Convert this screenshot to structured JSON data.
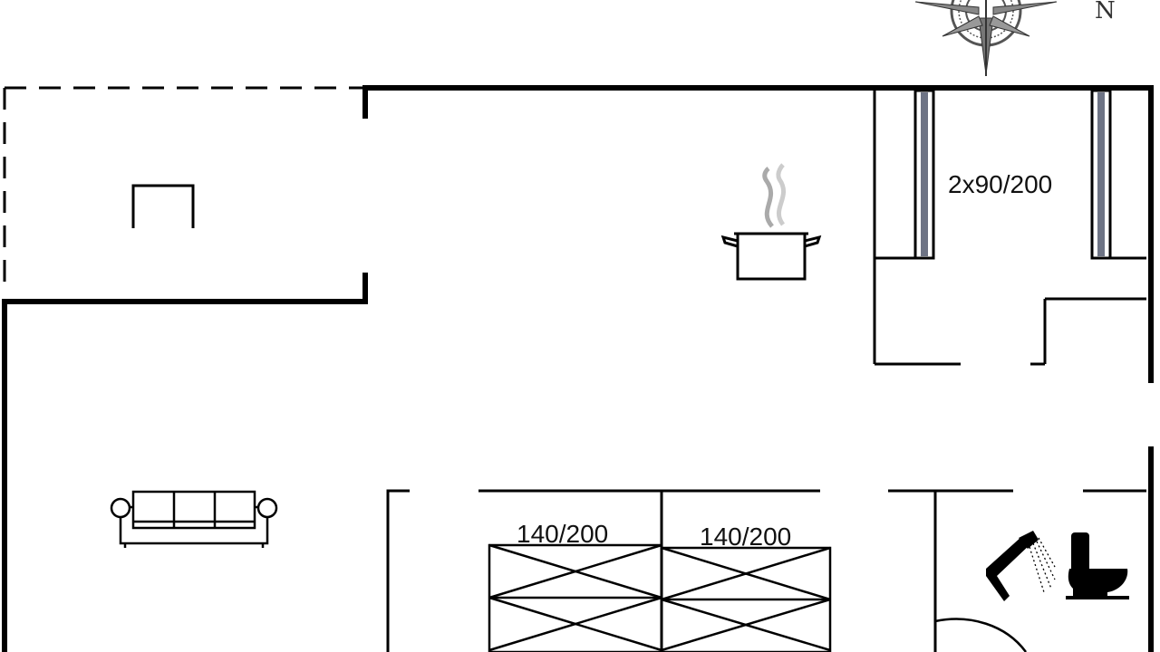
{
  "labels": {
    "bunk_beds": "2x90/200",
    "double_bed_left": "140/200",
    "double_bed_right": "140/200",
    "north": "N"
  },
  "icons": {
    "compass": "compass-rose-icon",
    "kitchen": "cooking-pot-icon",
    "living": "sofa-icon",
    "shower": "shower-icon",
    "toilet": "toilet-icon"
  },
  "colors": {
    "wall": "#000000",
    "background": "#ffffff",
    "bed_stripe": "#6e7485"
  }
}
